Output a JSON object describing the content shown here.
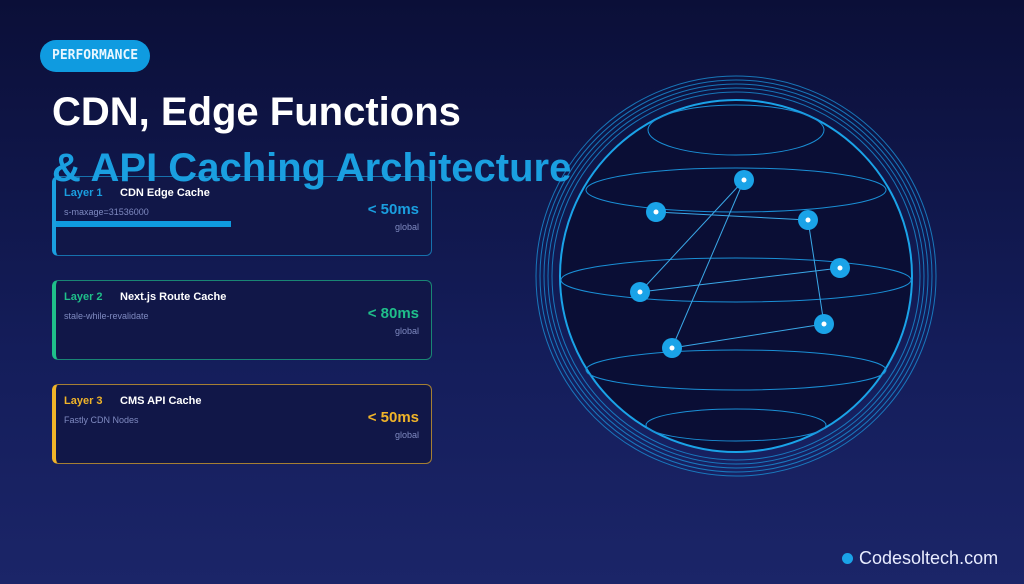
{
  "badge": "PERFORMANCE",
  "title_line1": "CDN, Edge Functions",
  "title_line2": "& API Caching Architecture",
  "layers": [
    {
      "layer": "Layer 1",
      "name": "CDN Edge Cache",
      "detail": "s-maxage=31536000",
      "latency": "< 50ms",
      "scope": "global",
      "color": "#1a9fe0"
    },
    {
      "layer": "Layer 2",
      "name": "Next.js Route Cache",
      "detail": "stale-while-revalidate",
      "latency": "< 80ms",
      "scope": "global",
      "color": "#1fbf8a"
    },
    {
      "layer": "Layer 3",
      "name": "CMS API Cache",
      "detail": "Fastly CDN Nodes",
      "latency": "< 50ms",
      "scope": "global",
      "color": "#f0b429"
    }
  ],
  "brand": "Codesoltech.com",
  "colors": {
    "accent": "#0f9be0",
    "background": "#0b0f38"
  }
}
